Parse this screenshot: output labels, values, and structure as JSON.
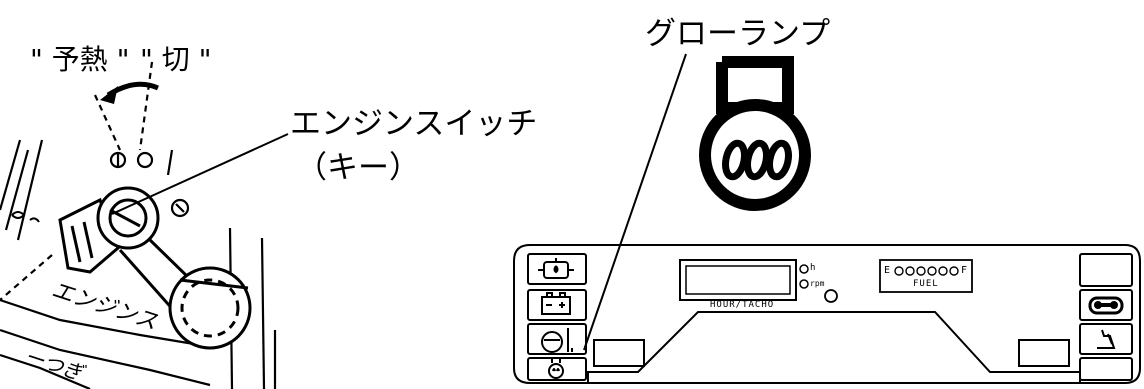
{
  "labels": {
    "preheat": "\" 予熱 \"",
    "off": "\" 切 \"",
    "engine_switch": "エンジンスイッチ",
    "key": "（キー）",
    "glow_lamp": "グローランプ",
    "switch_body_text": "エンジンス",
    "bottom_scrawl": "ーつぎ"
  },
  "panel": {
    "hour_tacho": "HOUR/TACHO",
    "unit_h": "h",
    "unit_rpm": "rpm",
    "fuel_label": "FUEL",
    "fuel_empty": "E",
    "fuel_full": "F",
    "fuel_dots": 6
  },
  "icons": {
    "left_column": [
      "oil-pressure-icon",
      "battery-charge-icon",
      "coolant-temperature-icon",
      "glow-plug-icon"
    ],
    "right_column": [
      "blank-indicator",
      "air-filter-icon",
      "service-icon",
      "blank-indicator"
    ],
    "enlarged": "glow-plug-icon"
  }
}
